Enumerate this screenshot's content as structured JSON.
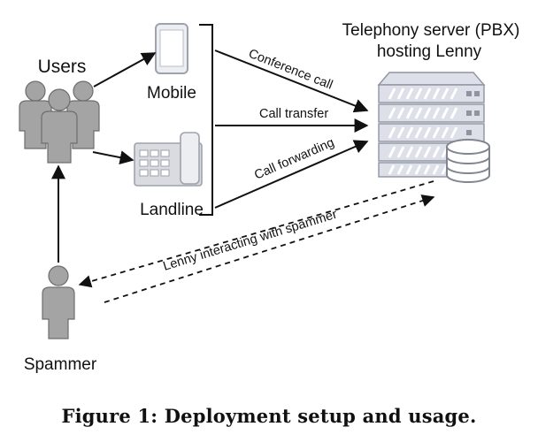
{
  "labels": {
    "users": "Users",
    "mobile": "Mobile",
    "landline": "Landline",
    "server_line1": "Telephony server (PBX)",
    "server_line2": "hosting Lenny",
    "spammer": "Spammer",
    "conference_call": "Conference call",
    "call_transfer": "Call transfer",
    "call_forwarding": "Call forwarding",
    "lenny_interacting": "Lenny interacting with spammer"
  },
  "caption": "Figure 1: Deployment setup and usage.",
  "colors": {
    "person_fill": "#a4a4a4",
    "person_stroke": "#6d6d6d",
    "device_fill": "#d9dbe1",
    "device_stroke": "#9ea2ac",
    "server_fill": "#dde0e8",
    "server_stroke": "#8f94a1",
    "line": "#111111"
  },
  "icons": {
    "users": "users-group-icon",
    "mobile": "mobile-phone-icon",
    "landline": "desk-phone-icon",
    "server": "server-rack-icon",
    "database": "database-icon",
    "spammer": "person-icon"
  }
}
